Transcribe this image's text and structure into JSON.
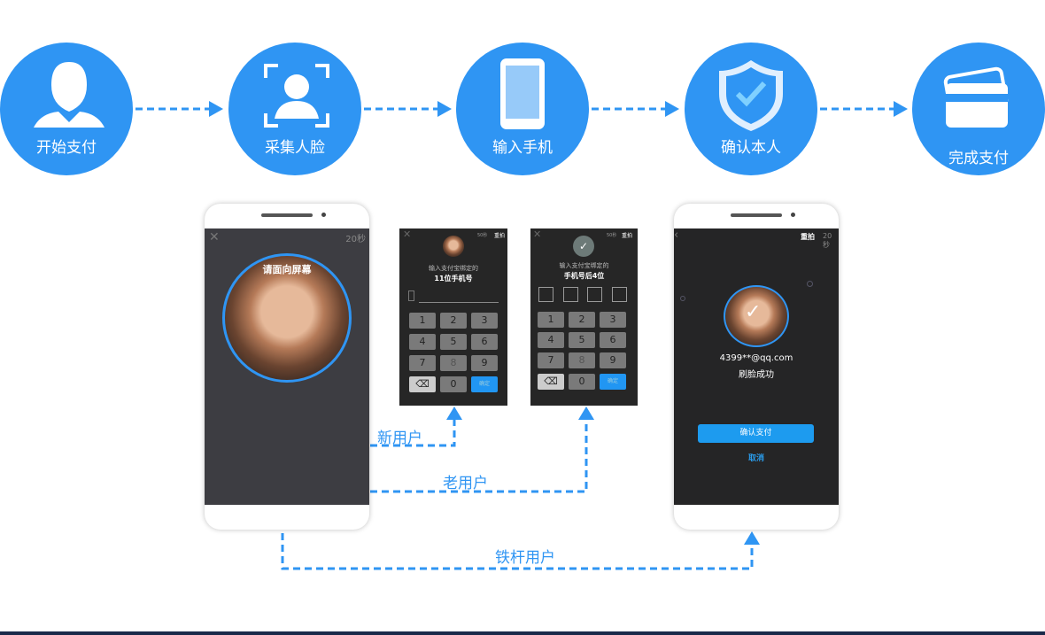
{
  "steps": [
    {
      "label": "开始支付",
      "icon": "user-icon"
    },
    {
      "label": "采集人脸",
      "icon": "face-scan-icon"
    },
    {
      "label": "输入手机",
      "icon": "phone-icon"
    },
    {
      "label": "确认本人",
      "icon": "shield-check-icon"
    },
    {
      "label": "完成支付",
      "icon": "card-icon"
    }
  ],
  "phone1": {
    "timer": "20秒",
    "prompt": "请面向屏幕"
  },
  "screen2": {
    "timer": "50秒",
    "retake": "重拍",
    "line1": "输入支付宝绑定的",
    "line2": "11位手机号",
    "confirm": "确定"
  },
  "screen3": {
    "timer": "50秒",
    "retake": "重拍",
    "line1": "输入支付宝绑定的",
    "line2": "手机号后4位",
    "confirm": "确定"
  },
  "keys": [
    "1",
    "2",
    "3",
    "4",
    "5",
    "6",
    "7",
    "8",
    "9",
    "0"
  ],
  "phone4": {
    "retake": "重拍",
    "timer": "20秒",
    "account": "4399**@qq.com",
    "status": "刷脸成功",
    "confirm": "确认支付",
    "cancel": "取消"
  },
  "paths": {
    "new_user": "新用户",
    "old_user": "老用户",
    "loyal_user": "铁杆用户"
  },
  "colors": {
    "accent": "#2f95f3"
  }
}
